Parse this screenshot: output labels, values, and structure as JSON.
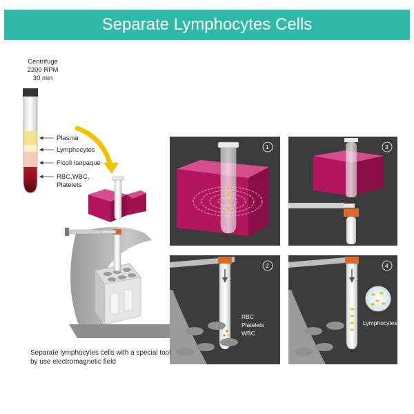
{
  "title": "Separate Lymphocytes Cells",
  "centrifuge": {
    "line1": "Centrifuge",
    "line2": "2200 RPM",
    "line3": "30 min"
  },
  "layers": {
    "plasma": "Plasma",
    "lymphocytes": "Lymphocytes",
    "ficoll": "Ficoll Isopaque",
    "rbc_line1": "RBC,WBC,",
    "rbc_line2": "Platelets"
  },
  "caption": {
    "line1": "Separate lymphocytes cells with a special tool",
    "line2": "by use electromagnetic field"
  },
  "panels": {
    "p1": {
      "number": "1"
    },
    "p2": {
      "number": "2",
      "label1": "RBC",
      "label2": "Platelets",
      "label3": "WBC"
    },
    "p3": {
      "number": "3"
    },
    "p4": {
      "number": "4",
      "label": "Lymphocytes"
    }
  },
  "colors": {
    "banner": "#2fb9a8",
    "panel_bg": "#3c3c3c",
    "magnet": "#b4155f",
    "arrow_yellow": "#f2c200",
    "rbc": "#8a0f1e",
    "plasma": "#f3e38c"
  }
}
